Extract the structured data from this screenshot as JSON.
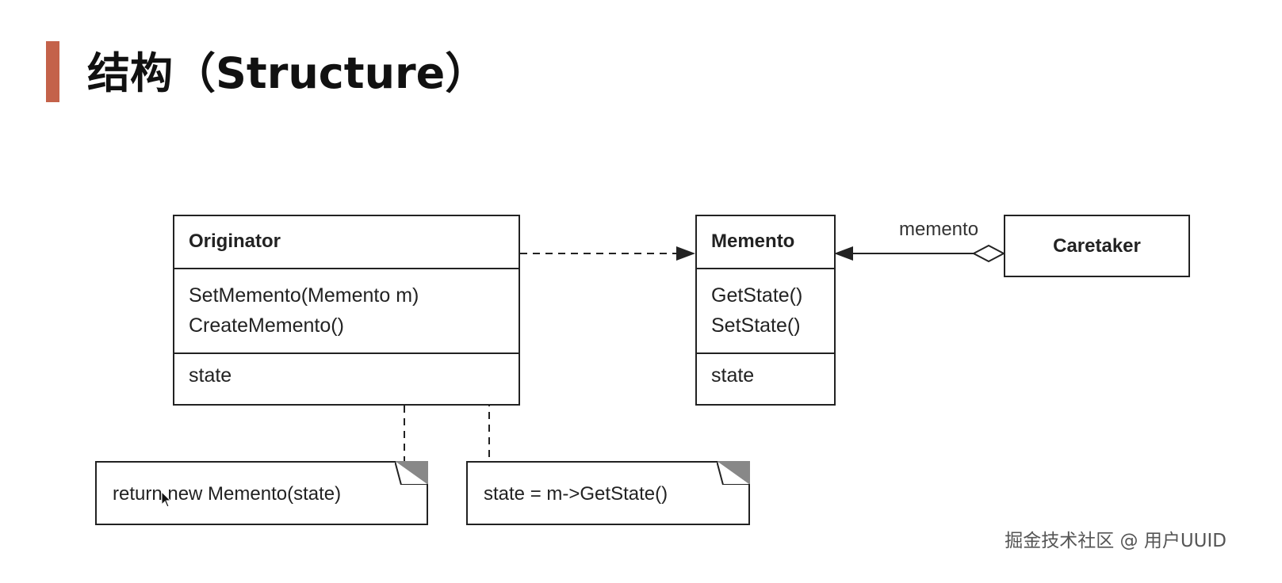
{
  "slide": {
    "title": "结构（Structure）"
  },
  "classes": {
    "originator": {
      "name": "Originator",
      "operations": [
        "SetMemento(Memento m)",
        "CreateMemento()"
      ],
      "attributes": [
        "state"
      ]
    },
    "memento": {
      "name": "Memento",
      "operations": [
        "GetState()",
        "SetState()"
      ],
      "attributes": [
        "state"
      ]
    },
    "caretaker": {
      "name": "Caretaker"
    }
  },
  "associations": {
    "caretaker_to_memento_label": "memento"
  },
  "notes": {
    "create_memento_note": "return new Memento(state)",
    "set_memento_note": "state = m->GetState()"
  },
  "watermark": "掘金技术社区 @ 用户UUID"
}
